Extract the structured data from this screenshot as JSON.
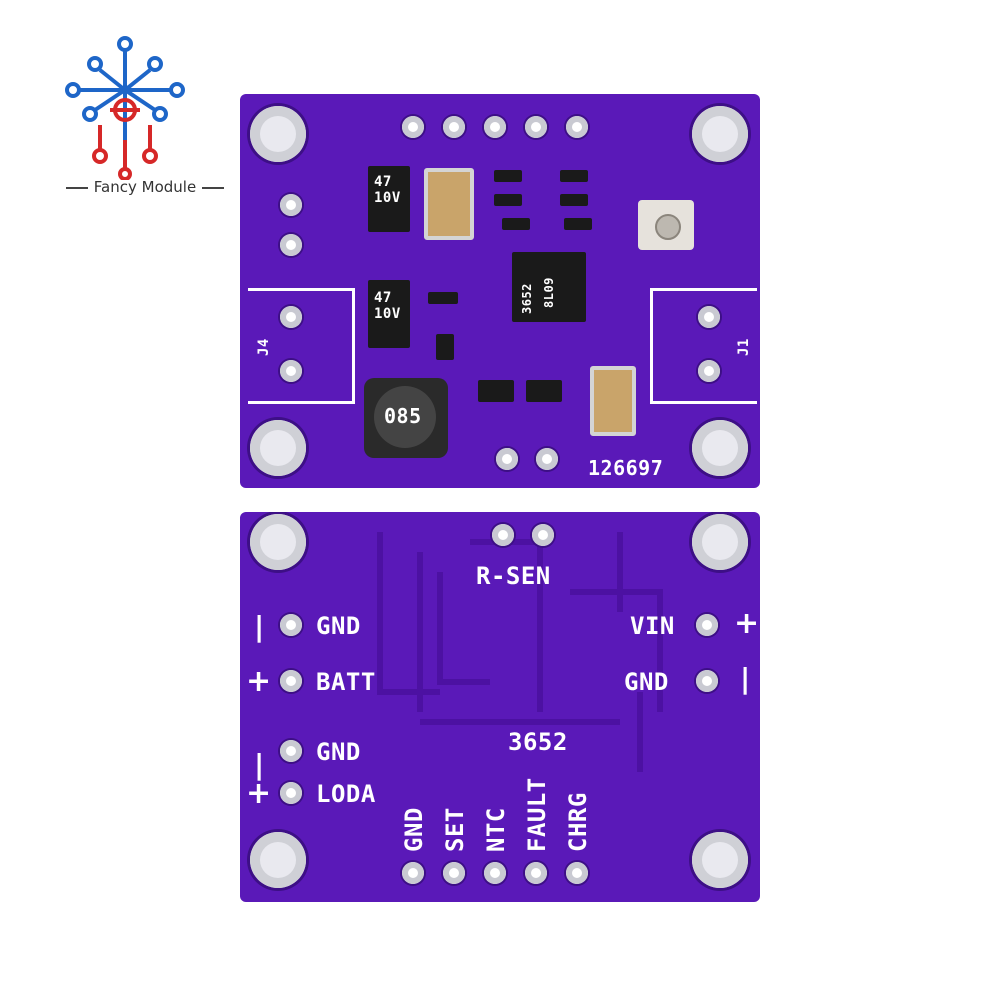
{
  "brand": {
    "name": "Fancy Module"
  },
  "top_board": {
    "serial": "126697",
    "chip_text": "3652",
    "chip_code": "8L09",
    "cap_label_1": "47\n10V",
    "cap_label_2": "47\n10V",
    "inductor_text": "085",
    "left_connector": "J4",
    "right_connector": "J1"
  },
  "bottom_board": {
    "r_sen": "R-SEN",
    "left_labels": [
      "GND",
      "BATT",
      "GND",
      "LODA"
    ],
    "right_labels": [
      "VIN",
      "GND"
    ],
    "chip_label": "3652",
    "bottom_pins": [
      "GND",
      "SET",
      "NTC",
      "FAULT",
      "CHRG"
    ],
    "left_signs": [
      "|",
      "+",
      "|",
      "+"
    ],
    "right_signs": [
      "+",
      "|"
    ]
  },
  "colors": {
    "pcb": "#5a19b8",
    "silkscreen": "#ffffff",
    "brand_red": "#d62828",
    "brand_blue": "#1e66c8"
  }
}
